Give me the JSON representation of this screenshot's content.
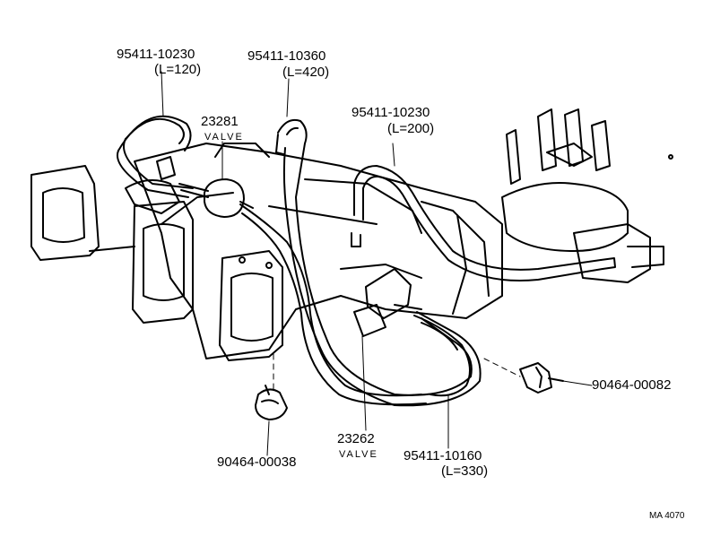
{
  "parts": {
    "hose_top_left": {
      "part_no": "95411-10230",
      "length": "(L=120)"
    },
    "hose_top_mid": {
      "part_no": "95411-10360",
      "length": "(L=420)"
    },
    "valve_23281": {
      "part_no": "23281",
      "type": "VALVE"
    },
    "hose_right": {
      "part_no": "95411-10230",
      "length": "(L=200)"
    },
    "clip_right": {
      "part_no": "90464-00082"
    },
    "valve_23262": {
      "part_no": "23262",
      "type": "VALVE"
    },
    "clip_bottom": {
      "part_no": "90464-00038"
    },
    "hose_bottom": {
      "part_no": "95411-10160",
      "length": "(L=330)"
    }
  },
  "figure_code": "MA 4070",
  "colors": {
    "ink": "#000000",
    "paper": "#ffffff"
  }
}
